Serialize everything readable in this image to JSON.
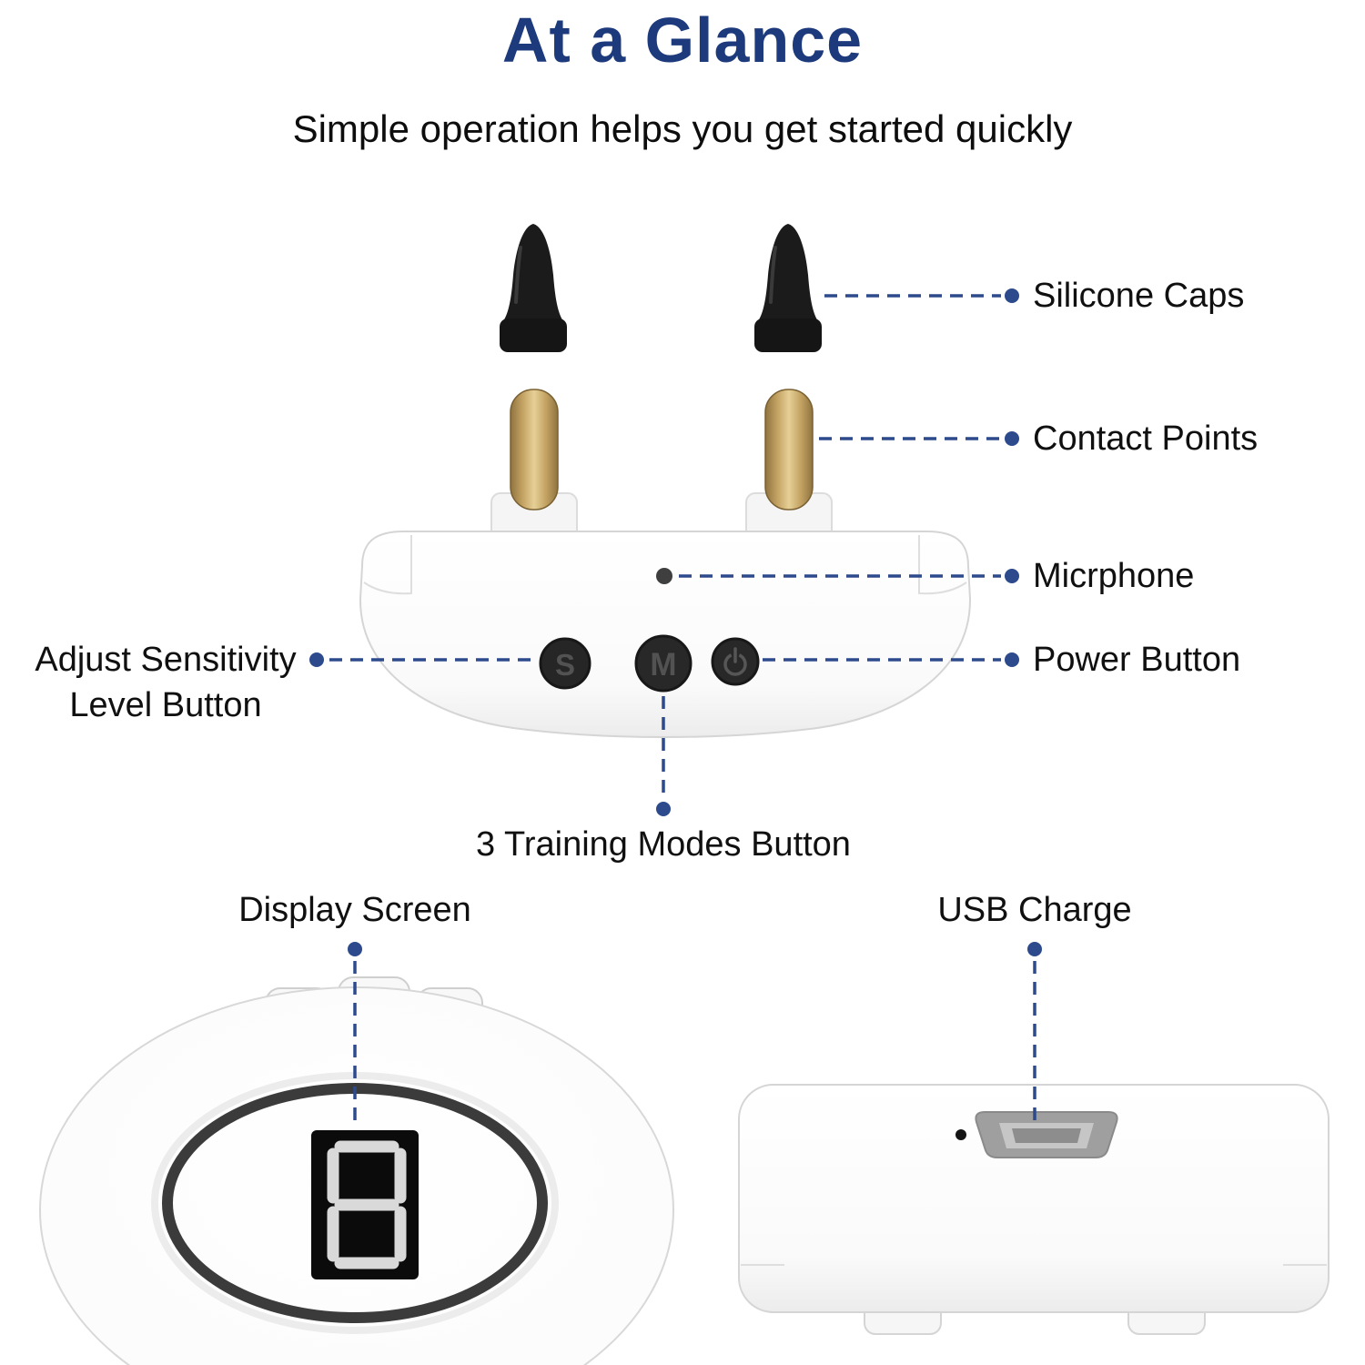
{
  "header": {
    "title": "At a Glance",
    "subtitle": "Simple operation helps you get started quickly"
  },
  "callouts": {
    "silicone_caps": "Silicone Caps",
    "contact_points": "Contact Points",
    "microphone": "Micrphone",
    "power_button": "Power Button",
    "adjust_sensitivity_line1": "Adjust Sensitivity",
    "adjust_sensitivity_line2": "Level Button",
    "training_modes": "3 Training Modes Button",
    "display_screen": "Display Screen",
    "usb_charge": "USB Charge"
  },
  "device": {
    "sensitivity_button_label": "S",
    "mode_button_label": "M",
    "display_digit": "8"
  },
  "colors": {
    "title_color": "#1d3a7c",
    "callout_line_color": "#2c4a8c",
    "label_text_color": "#101010",
    "brass_color": "#c3a262",
    "device_body_color": "#fbfbfb"
  }
}
